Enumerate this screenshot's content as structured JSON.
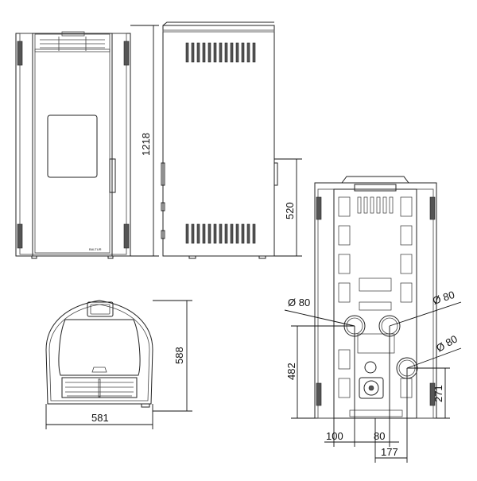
{
  "views": {
    "front": "front-view",
    "side": "side-view",
    "top": "top-view",
    "rear": "rear-view"
  },
  "dimensions": {
    "overall_height": "1218",
    "side_outlet_height": "520",
    "depth": "588",
    "width": "581",
    "upper_pipe_height": "482",
    "lower_pipe_height": "271",
    "offset_left": "100",
    "pipe_spacing": "80",
    "offset_right": "177"
  },
  "pipes": {
    "left_diameter": "Ø 80",
    "right_diameter": "Ø 80",
    "lower_diameter": "Ø 80"
  },
  "brand_mark": "BALTUR"
}
